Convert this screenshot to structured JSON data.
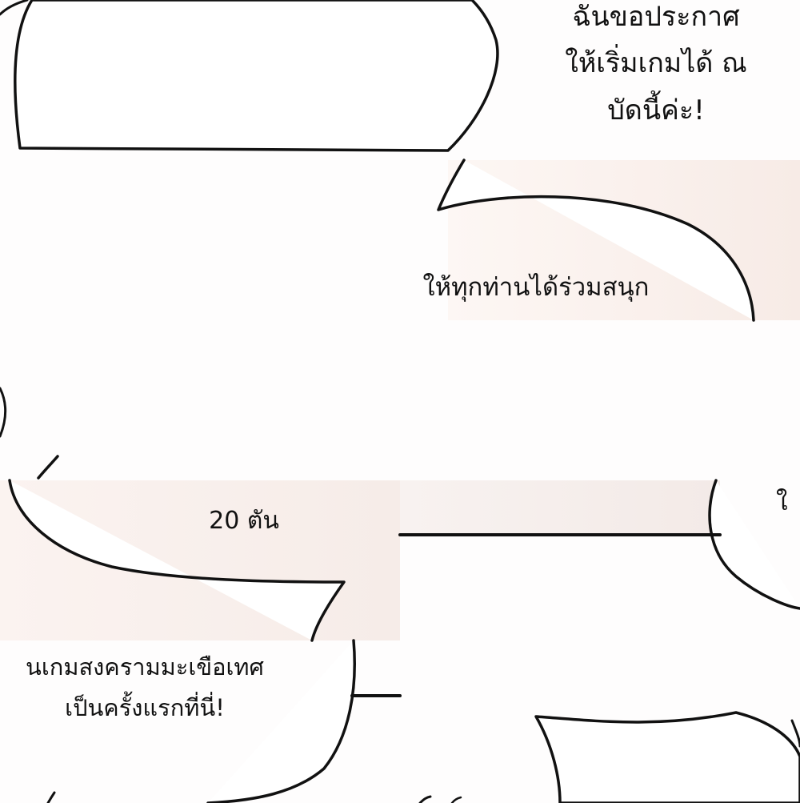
{
  "panels": {
    "top_left": {
      "bubble": {
        "lines": []
      }
    },
    "top_right": {
      "bubble": {
        "lines": [
          "ฉันขอประกาศ",
          "ให้เริ่มเกมได้ ณ",
          "บัดนี้ค่ะ!"
        ]
      }
    },
    "middle_wide": {
      "bubble": {
        "lines": [
          "ให้ทุกท่านได้ร่วมสนุก"
        ]
      }
    },
    "bottom_left": {
      "upper_bubble": {
        "lines": [
          "20 ตัน"
        ]
      },
      "lower_bubble": {
        "lines": [
          "นเกมสงครามมะเขือเทศ",
          "เป็นครั้งแรกที่นี่!"
        ]
      }
    },
    "bottom_right": {
      "upper_bubble": {
        "lines": [
          "ใ"
        ]
      },
      "lower_bubble": {
        "lines": []
      }
    }
  },
  "colors": {
    "paper": "#fefdfd",
    "ink": "#111111",
    "skin_tint": "#f7ebe6"
  }
}
